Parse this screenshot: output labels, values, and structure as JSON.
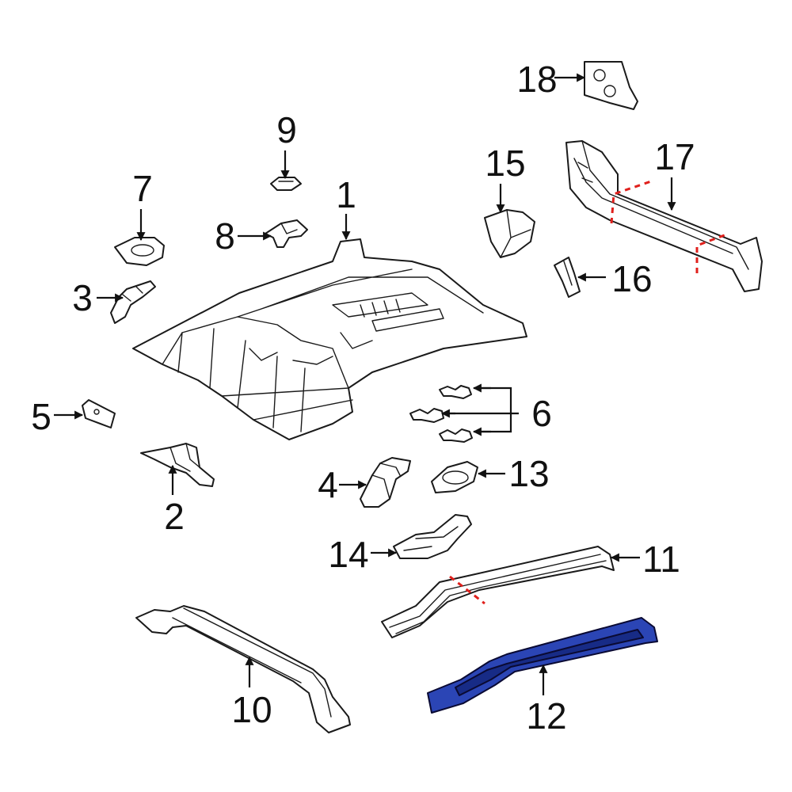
{
  "callouts": {
    "c1": "1",
    "c2": "2",
    "c3": "3",
    "c4": "4",
    "c5": "5",
    "c6": "6",
    "c7": "7",
    "c8": "8",
    "c9": "9",
    "c10": "10",
    "c11": "11",
    "c12": "12",
    "c13": "13",
    "c14": "14",
    "c15": "15",
    "c16": "16",
    "c17": "17",
    "c18": "18"
  },
  "colors": {
    "highlight_part": "#2b45b5",
    "highlight_part_dark": "#172b86",
    "cut_line": "#e0201c",
    "line": "#1a1a1a"
  },
  "highlighted_callout": "12"
}
